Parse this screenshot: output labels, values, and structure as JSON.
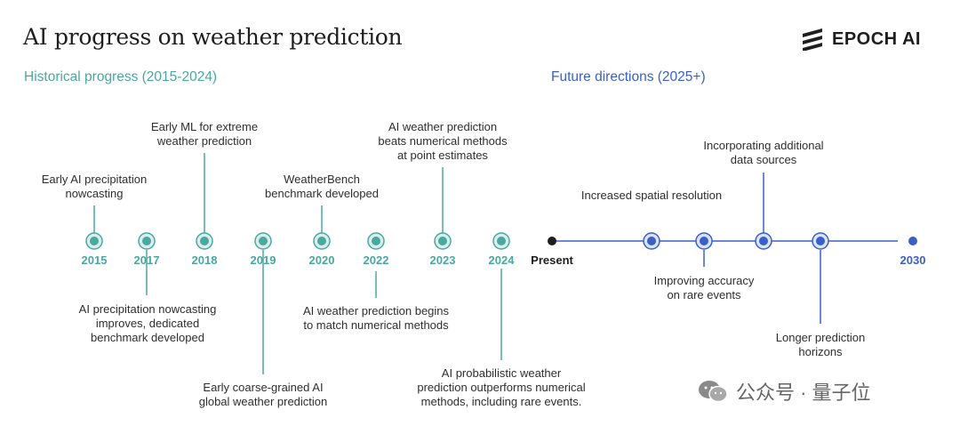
{
  "title": "AI progress on weather prediction",
  "logo": {
    "text": "EPOCH AI",
    "icon": "epoch-stripes-icon"
  },
  "sections": {
    "historical": "Historical progress (2015-2024)",
    "future": "Future directions (2025+)"
  },
  "colors": {
    "historical": "#4aa8a0",
    "future": "#3a60c8",
    "present": "#1e1e1e"
  },
  "milestones": {
    "2015": {
      "year": "2015",
      "lines": [
        "Early AI precipitation",
        "nowcasting"
      ]
    },
    "2017": {
      "year": "2017",
      "lines": [
        "AI precipitation nowcasting",
        "improves, dedicated",
        "benchmark developed"
      ]
    },
    "2018": {
      "year": "2018",
      "lines": [
        "Early ML for extreme",
        "weather prediction"
      ]
    },
    "2019": {
      "year": "2019",
      "lines": [
        "Early coarse-grained AI",
        "global weather prediction"
      ]
    },
    "2020": {
      "year": "2020",
      "lines": [
        "WeatherBench",
        "benchmark developed"
      ]
    },
    "2022": {
      "year": "2022",
      "lines": [
        "AI weather prediction begins",
        "to match numerical methods"
      ]
    },
    "2023": {
      "year": "2023",
      "lines": [
        "AI weather prediction",
        "beats numerical methods",
        "at point estimates"
      ]
    },
    "2024": {
      "year": "2024",
      "lines": [
        "AI probabilistic weather",
        "prediction outperforms numerical",
        "methods, including rare events."
      ]
    }
  },
  "present_label": "Present",
  "end_year": "2030",
  "future_items": {
    "f1": {
      "lines": [
        "Increased spatial resolution"
      ]
    },
    "f2": {
      "lines": [
        "Improving accuracy",
        "on rare events"
      ]
    },
    "f3": {
      "lines": [
        "Incorporating additional",
        "data sources"
      ]
    },
    "f4": {
      "lines": [
        "Longer prediction",
        "horizons"
      ]
    }
  },
  "watermark": {
    "text": "公众号 · 量子位",
    "icon": "wechat-icon"
  }
}
